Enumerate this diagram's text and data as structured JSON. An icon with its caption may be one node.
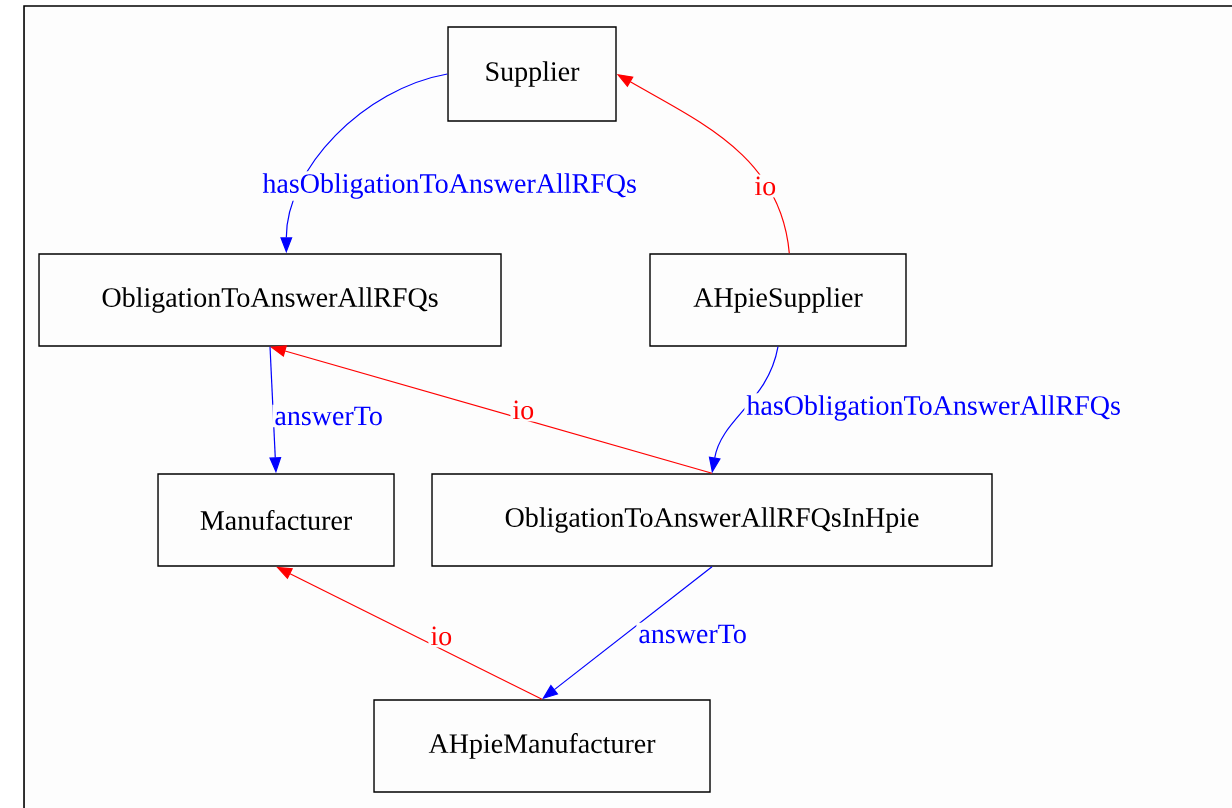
{
  "diagram": {
    "nodes": [
      {
        "text": [
          "Supplier"
        ]
      },
      {
        "text": [
          "ObligationToAnswerAllRFQs"
        ]
      },
      {
        "text": [
          "AHpieSupplier"
        ]
      },
      {
        "text": [
          "Manufacturer"
        ]
      },
      {
        "text": [
          "ObligationToAnswerAllRFQsInHpie"
        ]
      },
      {
        "text": [
          "AHpieManufacturer"
        ]
      }
    ],
    "edges": [
      {
        "from": 0,
        "to": 1,
        "arrow": "to",
        "label": "hasObligationToAnswerAllRFQs"
      },
      {
        "from": 2,
        "to": 0,
        "arrow": "to",
        "label": "io",
        "color": "#ff0000"
      },
      {
        "from": 1,
        "to": 3,
        "arrow": "to",
        "label": "answerTo"
      },
      {
        "from": 4,
        "to": 1,
        "arrow": "to",
        "label": "io",
        "color": "#ff0000"
      },
      {
        "from": 2,
        "to": 4,
        "arrow": "to",
        "label": "hasObligationToAnswerAllRFQs"
      },
      {
        "from": 4,
        "to": 5,
        "arrow": "to",
        "label": "answerTo"
      },
      {
        "from": 5,
        "to": 3,
        "arrow": "to",
        "label": "io",
        "color": "#ff0000"
      }
    ]
  }
}
